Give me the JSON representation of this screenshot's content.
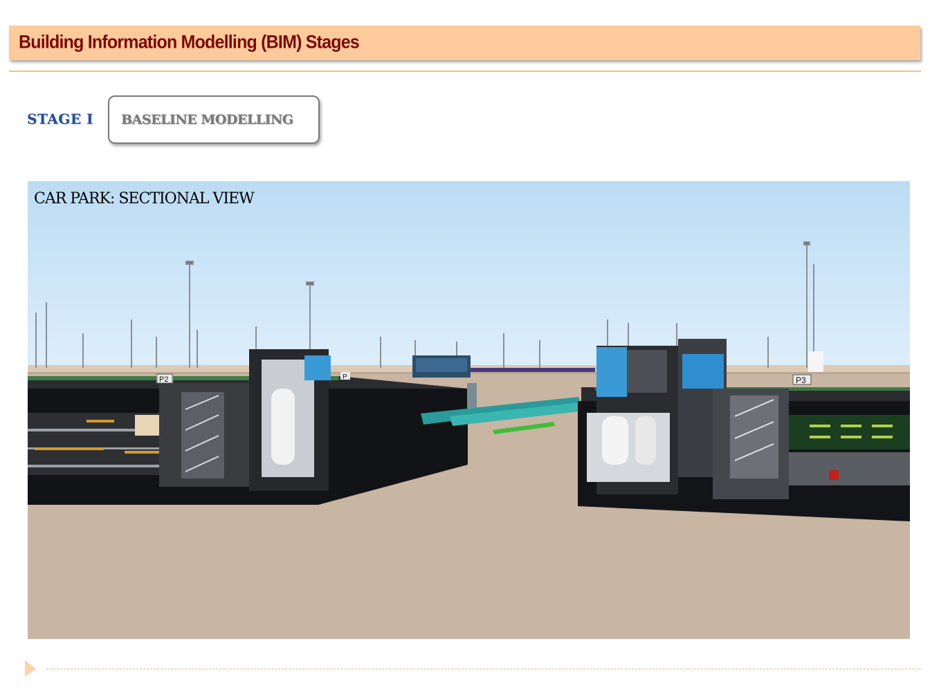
{
  "header": {
    "title": "Building Information Modelling (BIM) Stages"
  },
  "stage": {
    "label": "STAGE I",
    "name": "BASELINE MODELLING"
  },
  "scene": {
    "caption": "CAR PARK: SECTIONAL VIEW",
    "signs": [
      "P2",
      "P",
      "P3"
    ]
  }
}
